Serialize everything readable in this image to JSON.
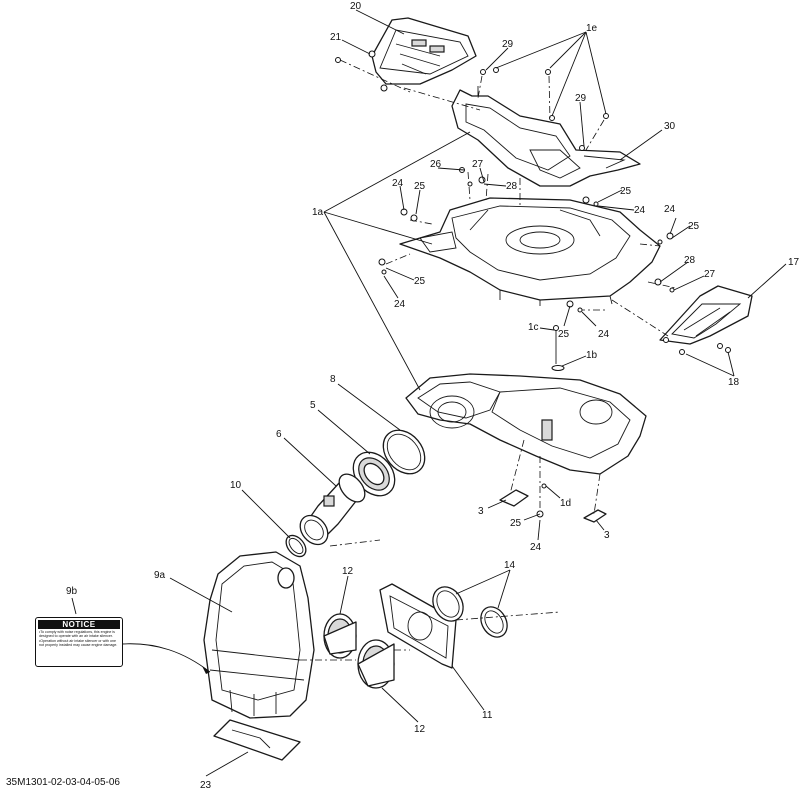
{
  "diagram": {
    "reference_code": "35M1301-02-03-04-05-06",
    "callouts": {
      "c20": "20",
      "c21": "21",
      "c29a": "29",
      "c29b": "29",
      "c1e": "1e",
      "c30": "30",
      "c26": "26",
      "c27a": "27",
      "c28a": "28",
      "c24a": "24",
      "c25a": "25",
      "c25b": "25",
      "c24b": "24",
      "c24c": "24",
      "c25c": "25",
      "c1a": "1a",
      "c25d": "25",
      "c24d": "24",
      "c17": "17",
      "c28b": "28",
      "c27b": "27",
      "c1c": "1c",
      "c1b": "1b",
      "c25e": "25",
      "c24e": "24",
      "c18": "18",
      "c8": "8",
      "c5": "5",
      "c6": "6",
      "c10": "10",
      "c3a": "3",
      "c1d": "1d",
      "c25f": "25",
      "c24f": "24",
      "c3b": "3",
      "c9b": "9b",
      "c9a": "9a",
      "c12a": "12",
      "c14": "14",
      "c12b": "12",
      "c11": "11",
      "c23": "23"
    }
  },
  "notice_label": {
    "heading": "NOTICE",
    "line1": "•To comply with noise regulations, this engine is designed to operate with an air intake silencer.",
    "line2": "•Operation without air intake silencer or with one not properly installed may cause engine damage."
  }
}
